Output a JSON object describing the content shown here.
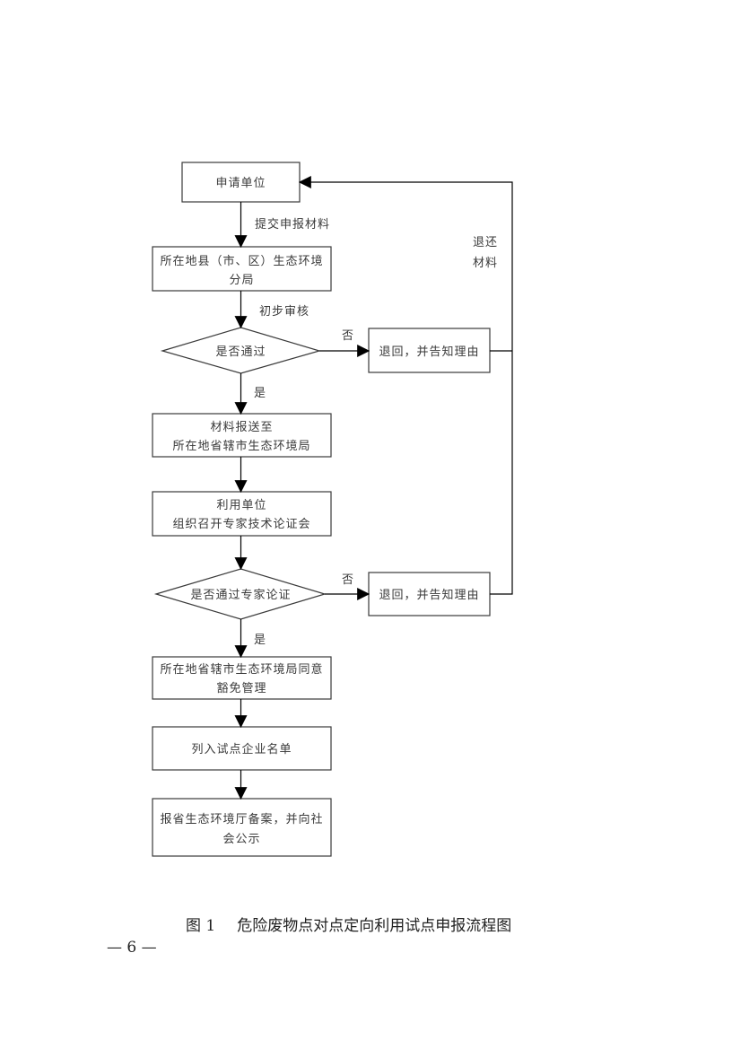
{
  "flowchart": {
    "nodes": {
      "applicant": {
        "type": "process",
        "lines": [
          "申请单位"
        ]
      },
      "county_bureau": {
        "type": "process",
        "lines": [
          "所在地县（市、区）生态环境",
          "分局"
        ]
      },
      "decision_pass": {
        "type": "decision",
        "lines": [
          "是否通过"
        ]
      },
      "reject_1": {
        "type": "process",
        "lines": [
          "退回，并告知理由"
        ]
      },
      "city_bureau_submit": {
        "type": "process",
        "lines": [
          "材料报送至",
          "所在地省辖市生态环境局"
        ]
      },
      "expert_review": {
        "type": "process",
        "lines": [
          "利用单位",
          "组织召开专家技术论证会"
        ]
      },
      "decision_expert": {
        "type": "decision",
        "lines": [
          "是否通过专家论证"
        ]
      },
      "reject_2": {
        "type": "process",
        "lines": [
          "退回，并告知理由"
        ]
      },
      "city_approval": {
        "type": "process",
        "lines": [
          "所在地省辖市生态环境局同意",
          "豁免管理"
        ]
      },
      "pilot_list": {
        "type": "process",
        "lines": [
          "列入试点企业名单"
        ]
      },
      "filing": {
        "type": "process",
        "lines": [
          "报省生态环境厅备案，并向社",
          "会公示"
        ]
      }
    },
    "edge_labels": {
      "submit_materials": "提交申报材料",
      "preliminary_review": "初步审核",
      "no_1": "否",
      "yes_1": "是",
      "no_2": "否",
      "yes_2": "是",
      "return_materials": [
        "退还",
        "材料"
      ]
    }
  },
  "caption": {
    "figure_number": "图 1",
    "title": "危险废物点对点定向利用试点申报流程图"
  },
  "page_number": "— 6 —",
  "colors": {
    "stroke": "#3a3a3a",
    "text": "#3a3a3a"
  }
}
